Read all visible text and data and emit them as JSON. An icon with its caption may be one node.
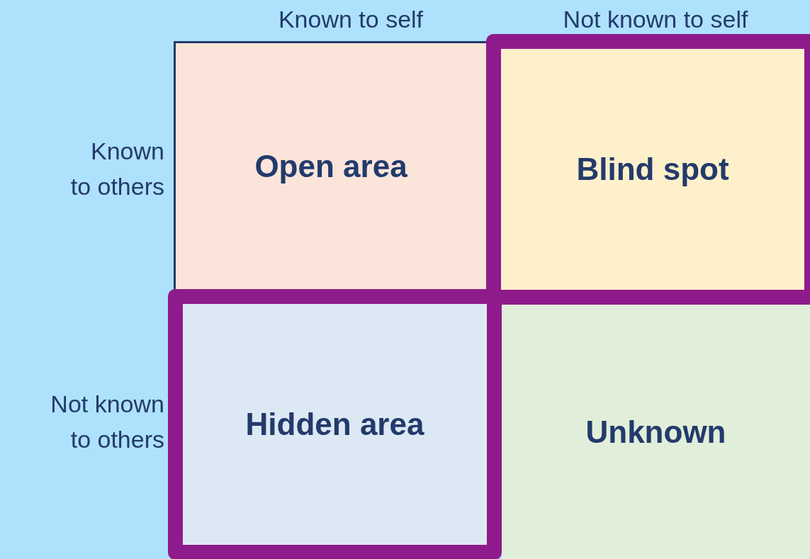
{
  "diagram": {
    "nodes": [
      {
        "text": [
          "Open area"
        ]
      },
      {
        "text": [
          "Blind spot"
        ]
      },
      {
        "text": [
          "Hidden area"
        ]
      },
      {
        "text": [
          "Unknown"
        ]
      }
    ],
    "labels": [
      "Known to self",
      "Not known to self",
      "Known to others",
      "Not known to others"
    ]
  }
}
